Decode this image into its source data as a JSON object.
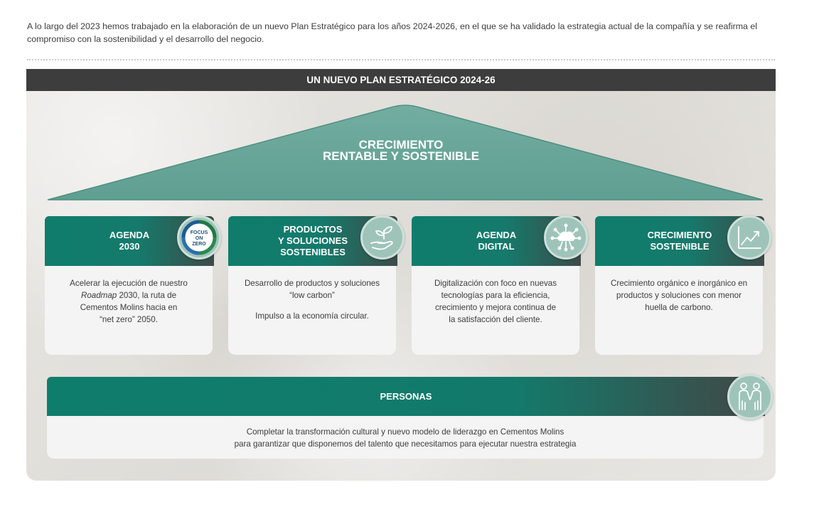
{
  "intro": {
    "text": "A lo largo del 2023 hemos trabajado en la elaboración de un nuevo Plan Estratégico para los años 2024-2026, en el que se ha validado la estrategia actual de la compañía y se reafirma el compromiso con la sostenibilidad y el desarrollo del negocio."
  },
  "panel": {
    "title": "UN NUEVO PLAN ESTRATÉGICO 2024-26"
  },
  "roof": {
    "line1": "CRECIMIENTO",
    "line2": "RENTABLE Y SOSTENIBLE"
  },
  "pillars": [
    {
      "title_lines": [
        "AGENDA",
        "2030"
      ],
      "icon": "focus-on-zero-icon",
      "icon_text": [
        "FOCUS",
        "ON",
        "ZERO"
      ],
      "text": {
        "l1": "Acelerar la ejecución de nuestro",
        "l2_em": "Roadmap",
        "l2_rest": " 2030, la ruta de",
        "l3": "Cementos Molins hacia en",
        "l4": "“net zero” 2050."
      }
    },
    {
      "title_lines": [
        "PRODUCTOS",
        "Y SOLUCIONES",
        "SOSTENIBLES"
      ],
      "icon": "plant-hand-icon",
      "text": {
        "l1": "Desarrollo de productos y soluciones",
        "l2": "“low carbon”",
        "l3": "Impulso a la economía circular."
      }
    },
    {
      "title_lines": [
        "AGENDA",
        "DIGITAL"
      ],
      "icon": "cloud-network-icon",
      "text": {
        "l1": "Digitalización con foco en nuevas",
        "l2": "tecnologías para la eficiencia,",
        "l3": "crecimiento y mejora continua de",
        "l4": "la satisfacción del cliente."
      }
    },
    {
      "title_lines": [
        "CRECIMIENTO",
        "SOSTENIBLE"
      ],
      "icon": "growth-chart-icon",
      "text": {
        "l1": "Crecimiento orgánico e inorgánico en",
        "l2": "productos y soluciones con menor",
        "l3": "huella de carbono."
      }
    }
  ],
  "persons": {
    "title": "PERSONAS",
    "icon": "people-handshake-icon",
    "line1": "Completar la transformación cultural y  nuevo modelo de liderazgo en Cementos Molins",
    "line2": "para garantizar que disponemos del talento que necesitamos para ejecutar nuestra estrategia"
  },
  "colors": {
    "teal": "#0f7d6c",
    "roof_teal": "#6aa99c",
    "icon_bg": "#9ec4b9",
    "header_dark": "#3d3d3d",
    "card_bg": "#f3f4f3"
  }
}
